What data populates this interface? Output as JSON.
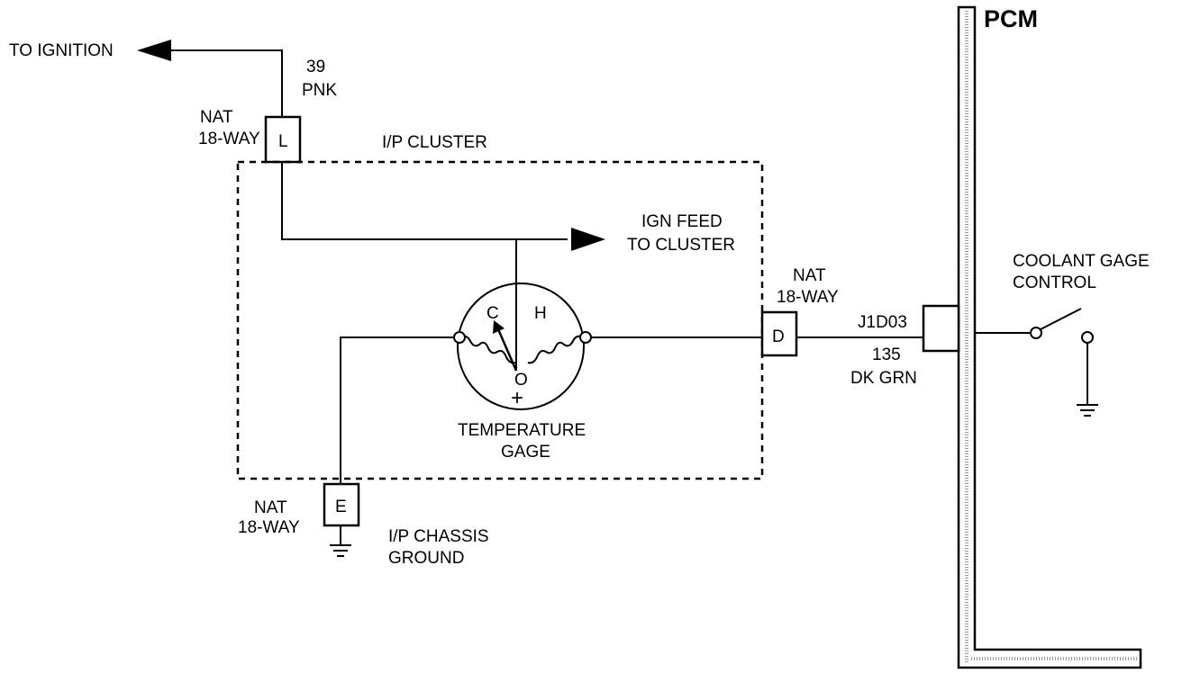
{
  "labels": {
    "to_ignition": "TO IGNITION",
    "wire_39": "39",
    "wire_pnk": "PNK",
    "nat_top": "NAT",
    "way_top": "18-WAY",
    "conn_l": "L",
    "ip_cluster": "I/P CLUSTER",
    "ign_feed_1": "IGN FEED",
    "ign_feed_2": "TO CLUSTER",
    "gage_c": "C",
    "gage_h": "H",
    "gage_o": "O",
    "gage_plus": "+",
    "temp_gage_1": "TEMPERATURE",
    "temp_gage_2": "GAGE",
    "nat_d": "NAT",
    "way_d": "18-WAY",
    "conn_d": "D",
    "j1d03": "J1D03",
    "wire_135": "135",
    "wire_dkgrn": "DK GRN",
    "nat_e": "NAT",
    "way_e": "18-WAY",
    "conn_e": "E",
    "chassis_1": "I/P CHASSIS",
    "chassis_2": "GROUND",
    "pcm": "PCM",
    "coolant_1": "COOLANT GAGE",
    "coolant_2": "CONTROL"
  }
}
